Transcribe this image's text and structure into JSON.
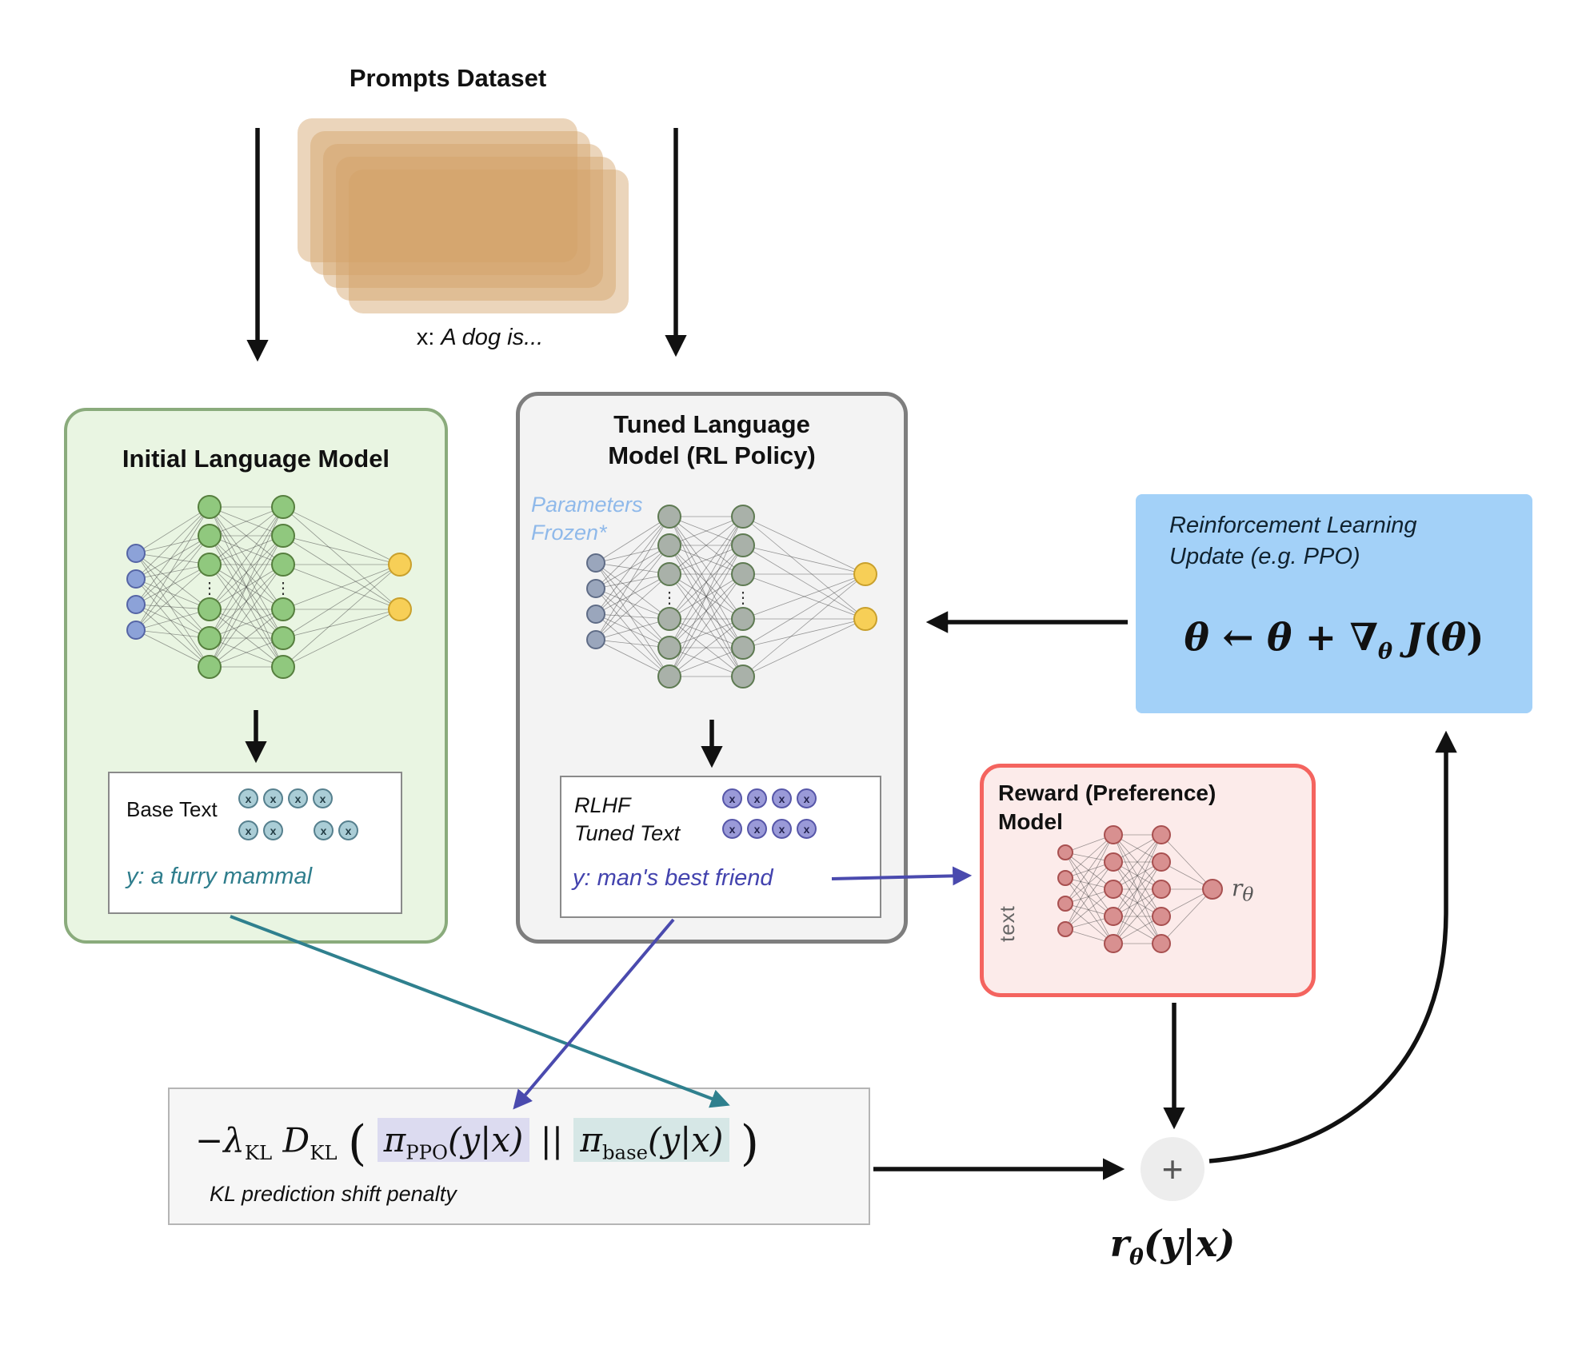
{
  "dataset": {
    "title": "Prompts Dataset",
    "example_prefix": "x:",
    "example_text": "A dog is..."
  },
  "ellipsis": "⋮",
  "initial_model": {
    "title": "Initial Language Model",
    "output": {
      "label": "Base Text",
      "token": "x",
      "result_prefix": "y:",
      "result": "a furry mammal"
    }
  },
  "tuned_model": {
    "title_line1": "Tuned Language",
    "title_line2": "Model (RL Policy)",
    "frozen_line1": "Parameters",
    "frozen_line2": "Frozen*",
    "output": {
      "label_line1": "RLHF",
      "label_line2": "Tuned Text",
      "token": "x",
      "result_prefix": "y:",
      "result": "man's best friend"
    }
  },
  "rl_update": {
    "title_line1": "Reinforcement Learning",
    "title_line2": "Update (e.g. PPO)",
    "formula": {
      "theta1": "θ",
      "assign": "←",
      "theta2": "θ",
      "plus": "+",
      "nabla": "∇",
      "grad_sub": "θ",
      "func": "J",
      "open": "(",
      "theta3": "θ",
      "close": ")"
    }
  },
  "reward_model": {
    "title_line1": "Reward (Preference)",
    "title_line2": "Model",
    "input_label": "text",
    "output": {
      "r": "r",
      "sub": "θ"
    }
  },
  "kl_penalty": {
    "minus_lambda": "−λ",
    "lambda_sub": "KL",
    "divergence": "D",
    "divergence_sub": "KL",
    "open_paren": "(",
    "pi_ppo": "π",
    "ppo_sub": "PPO",
    "ppo_args": "(y|x)",
    "double_bar": "||",
    "pi_base": "π",
    "base_sub": "base",
    "base_args": "(y|x)",
    "close_paren": ")",
    "caption": "KL prediction shift penalty"
  },
  "aggregation": {
    "plus": "+",
    "r": "r",
    "r_sub": "θ",
    "r_args": "(y|x)"
  },
  "colors": {
    "initial_box_fill": "#e9f5e2",
    "initial_box_border": "#8aab7c",
    "tuned_box_fill": "#f3f3f3",
    "tuned_box_border": "#7e7e7e",
    "rl_box_fill": "#a3d1f8",
    "reward_box_fill": "#fcebea",
    "reward_box_border": "#f4645f",
    "dataset_card": "#d3a268",
    "teal_arrow": "#2f808e",
    "purple_arrow": "#4a4aae",
    "frozen_note": "#8fb9ea",
    "base_text_color": "#2e7d8c",
    "tuned_text_color": "#4343ae",
    "input_node_initial": "#8ca2d8",
    "input_node_initial_stroke": "#5565a5",
    "hidden_node_initial": "#90c87e",
    "hidden_node_initial_stroke": "#567f3e",
    "input_node_tuned": "#9aa6bc",
    "input_node_tuned_stroke": "#5f6c86",
    "hidden_node_tuned": "#a9b1a9",
    "hidden_node_tuned_stroke": "#5e7a52",
    "output_node": "#f7cf57",
    "output_node_stroke": "#c9a02c",
    "reward_node": "#d89090",
    "reward_node_stroke": "#a85050"
  }
}
